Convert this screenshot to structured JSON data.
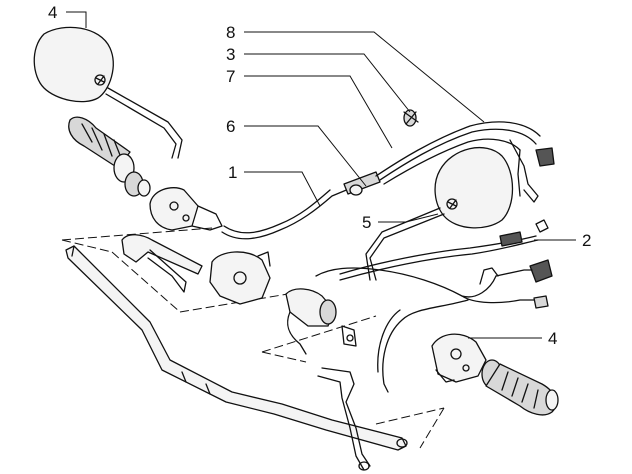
{
  "callouts": [
    {
      "label": "4"
    },
    {
      "label": "8"
    },
    {
      "label": "3"
    },
    {
      "label": "7"
    },
    {
      "label": "6"
    },
    {
      "label": "1"
    },
    {
      "label": "5"
    },
    {
      "label": "2"
    },
    {
      "label": "4"
    }
  ]
}
